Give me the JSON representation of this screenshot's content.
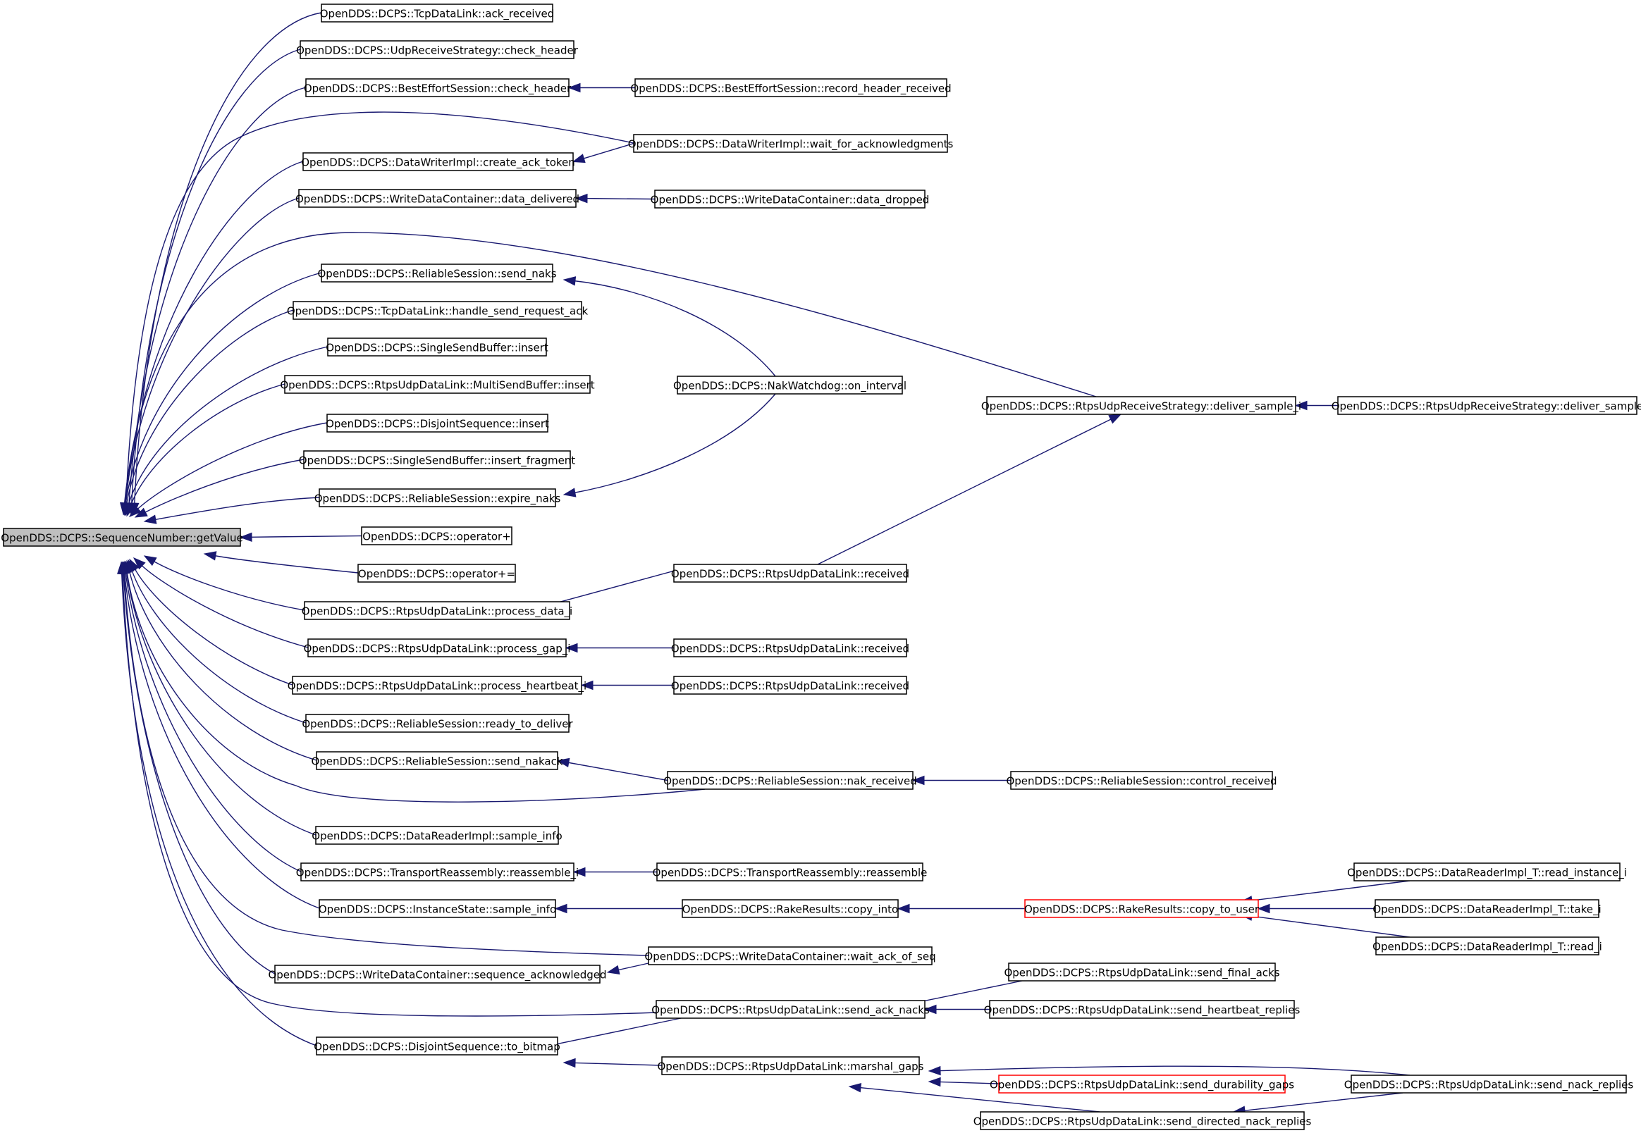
{
  "graph": {
    "nodes": [
      {
        "id": "root",
        "label": "OpenDDS::DCPS::SequenceNumber::getValue",
        "root": true
      },
      {
        "id": "n1",
        "label": "OpenDDS::DCPS::TcpDataLink::ack_received"
      },
      {
        "id": "n2",
        "label": "OpenDDS::DCPS::UdpReceiveStrategy::check_header"
      },
      {
        "id": "n3",
        "label": "OpenDDS::DCPS::BestEffortSession::check_header"
      },
      {
        "id": "n4",
        "label": "OpenDDS::DCPS::BestEffortSession::record_header_received"
      },
      {
        "id": "n5",
        "label": "OpenDDS::DCPS::DataWriterImpl::wait_for_acknowledgments"
      },
      {
        "id": "n6",
        "label": "OpenDDS::DCPS::DataWriterImpl::create_ack_token"
      },
      {
        "id": "n7",
        "label": "OpenDDS::DCPS::WriteDataContainer::data_delivered"
      },
      {
        "id": "n8",
        "label": "OpenDDS::DCPS::WriteDataContainer::data_dropped"
      },
      {
        "id": "n9",
        "label": "OpenDDS::DCPS::ReliableSession::send_naks"
      },
      {
        "id": "n10",
        "label": "OpenDDS::DCPS::TcpDataLink::handle_send_request_ack"
      },
      {
        "id": "n11",
        "label": "OpenDDS::DCPS::SingleSendBuffer::insert"
      },
      {
        "id": "n12",
        "label": "OpenDDS::DCPS::RtpsUdpDataLink::MultiSendBuffer::insert"
      },
      {
        "id": "n13",
        "label": "OpenDDS::DCPS::NakWatchdog::on_interval"
      },
      {
        "id": "n14",
        "label": "OpenDDS::DCPS::RtpsUdpReceiveStrategy::deliver_sample_i"
      },
      {
        "id": "n15",
        "label": "OpenDDS::DCPS::RtpsUdpReceiveStrategy::deliver_sample"
      },
      {
        "id": "n16",
        "label": "OpenDDS::DCPS::DisjointSequence::insert"
      },
      {
        "id": "n17",
        "label": "OpenDDS::DCPS::SingleSendBuffer::insert_fragment"
      },
      {
        "id": "n18",
        "label": "OpenDDS::DCPS::ReliableSession::expire_naks"
      },
      {
        "id": "n19",
        "label": "OpenDDS::DCPS::operator+"
      },
      {
        "id": "n20",
        "label": "OpenDDS::DCPS::operator+="
      },
      {
        "id": "n21",
        "label": "OpenDDS::DCPS::RtpsUdpDataLink::received"
      },
      {
        "id": "n22",
        "label": "OpenDDS::DCPS::RtpsUdpDataLink::process_data_i"
      },
      {
        "id": "n23",
        "label": "OpenDDS::DCPS::RtpsUdpDataLink::process_gap_i"
      },
      {
        "id": "n24",
        "label": "OpenDDS::DCPS::RtpsUdpDataLink::received"
      },
      {
        "id": "n25",
        "label": "OpenDDS::DCPS::RtpsUdpDataLink::process_heartbeat_i"
      },
      {
        "id": "n26",
        "label": "OpenDDS::DCPS::RtpsUdpDataLink::received"
      },
      {
        "id": "n27",
        "label": "OpenDDS::DCPS::ReliableSession::ready_to_deliver"
      },
      {
        "id": "n28",
        "label": "OpenDDS::DCPS::ReliableSession::send_nakack"
      },
      {
        "id": "n29",
        "label": "OpenDDS::DCPS::ReliableSession::nak_received"
      },
      {
        "id": "n30",
        "label": "OpenDDS::DCPS::ReliableSession::control_received"
      },
      {
        "id": "n31",
        "label": "OpenDDS::DCPS::DataReaderImpl::sample_info"
      },
      {
        "id": "n32",
        "label": "OpenDDS::DCPS::TransportReassembly::reassemble_i"
      },
      {
        "id": "n33",
        "label": "OpenDDS::DCPS::TransportReassembly::reassemble"
      },
      {
        "id": "n34",
        "label": "OpenDDS::DCPS::DataReaderImpl_T::read_instance_i"
      },
      {
        "id": "n35",
        "label": "OpenDDS::DCPS::InstanceState::sample_info"
      },
      {
        "id": "n36",
        "label": "OpenDDS::DCPS::RakeResults::copy_into"
      },
      {
        "id": "n37",
        "label": "OpenDDS::DCPS::RakeResults::copy_to_user",
        "truncated": true
      },
      {
        "id": "n38",
        "label": "OpenDDS::DCPS::DataReaderImpl_T::take_i"
      },
      {
        "id": "n39",
        "label": "OpenDDS::DCPS::DataReaderImpl_T::read_i"
      },
      {
        "id": "n40",
        "label": "OpenDDS::DCPS::WriteDataContainer::wait_ack_of_seq"
      },
      {
        "id": "n41",
        "label": "OpenDDS::DCPS::WriteDataContainer::sequence_acknowledged"
      },
      {
        "id": "n42",
        "label": "OpenDDS::DCPS::RtpsUdpDataLink::send_final_acks"
      },
      {
        "id": "n43",
        "label": "OpenDDS::DCPS::RtpsUdpDataLink::send_ack_nacks"
      },
      {
        "id": "n44",
        "label": "OpenDDS::DCPS::RtpsUdpDataLink::send_heartbeat_replies"
      },
      {
        "id": "n45",
        "label": "OpenDDS::DCPS::DisjointSequence::to_bitmap"
      },
      {
        "id": "n46",
        "label": "OpenDDS::DCPS::RtpsUdpDataLink::marshal_gaps"
      },
      {
        "id": "n47",
        "label": "OpenDDS::DCPS::RtpsUdpDataLink::send_durability_gaps",
        "truncated": true
      },
      {
        "id": "n48",
        "label": "OpenDDS::DCPS::RtpsUdpDataLink::send_nack_replies"
      },
      {
        "id": "n49",
        "label": "OpenDDS::DCPS::RtpsUdpDataLink::send_directed_nack_replies"
      }
    ],
    "edges": [
      [
        "n1",
        "root"
      ],
      [
        "n2",
        "root"
      ],
      [
        "n3",
        "root"
      ],
      [
        "n5",
        "root"
      ],
      [
        "n6",
        "root"
      ],
      [
        "n7",
        "root"
      ],
      [
        "n14",
        "root"
      ],
      [
        "n9",
        "root"
      ],
      [
        "n10",
        "root"
      ],
      [
        "n11",
        "root"
      ],
      [
        "n12",
        "root"
      ],
      [
        "n16",
        "root"
      ],
      [
        "n17",
        "root"
      ],
      [
        "n18",
        "root"
      ],
      [
        "n19",
        "root"
      ],
      [
        "n20",
        "root"
      ],
      [
        "n22",
        "root"
      ],
      [
        "n23",
        "root"
      ],
      [
        "n25",
        "root"
      ],
      [
        "n27",
        "root"
      ],
      [
        "n28",
        "root"
      ],
      [
        "n29",
        "root"
      ],
      [
        "n31",
        "root"
      ],
      [
        "n32",
        "root"
      ],
      [
        "n35",
        "root"
      ],
      [
        "n40",
        "root"
      ],
      [
        "n41",
        "root"
      ],
      [
        "n43",
        "root"
      ],
      [
        "n45",
        "root"
      ],
      [
        "n4",
        "n3"
      ],
      [
        "n5",
        "n6"
      ],
      [
        "n8",
        "n7"
      ],
      [
        "n13",
        "n9"
      ],
      [
        "n13",
        "n18"
      ],
      [
        "n15",
        "n14"
      ],
      [
        "n21",
        "n14"
      ],
      [
        "n21",
        "n22"
      ],
      [
        "n24",
        "n23"
      ],
      [
        "n26",
        "n25"
      ],
      [
        "n29",
        "n28"
      ],
      [
        "n30",
        "n29"
      ],
      [
        "n33",
        "n32"
      ],
      [
        "n36",
        "n35"
      ],
      [
        "n37",
        "n36"
      ],
      [
        "n34",
        "n37"
      ],
      [
        "n38",
        "n37"
      ],
      [
        "n39",
        "n37"
      ],
      [
        "n40",
        "n41"
      ],
      [
        "n42",
        "n43"
      ],
      [
        "n44",
        "n43"
      ],
      [
        "n43",
        "n45"
      ],
      [
        "n46",
        "n45"
      ],
      [
        "n48",
        "n46"
      ],
      [
        "n47",
        "n46"
      ],
      [
        "n49",
        "n46"
      ],
      [
        "n48",
        "n49"
      ]
    ]
  }
}
